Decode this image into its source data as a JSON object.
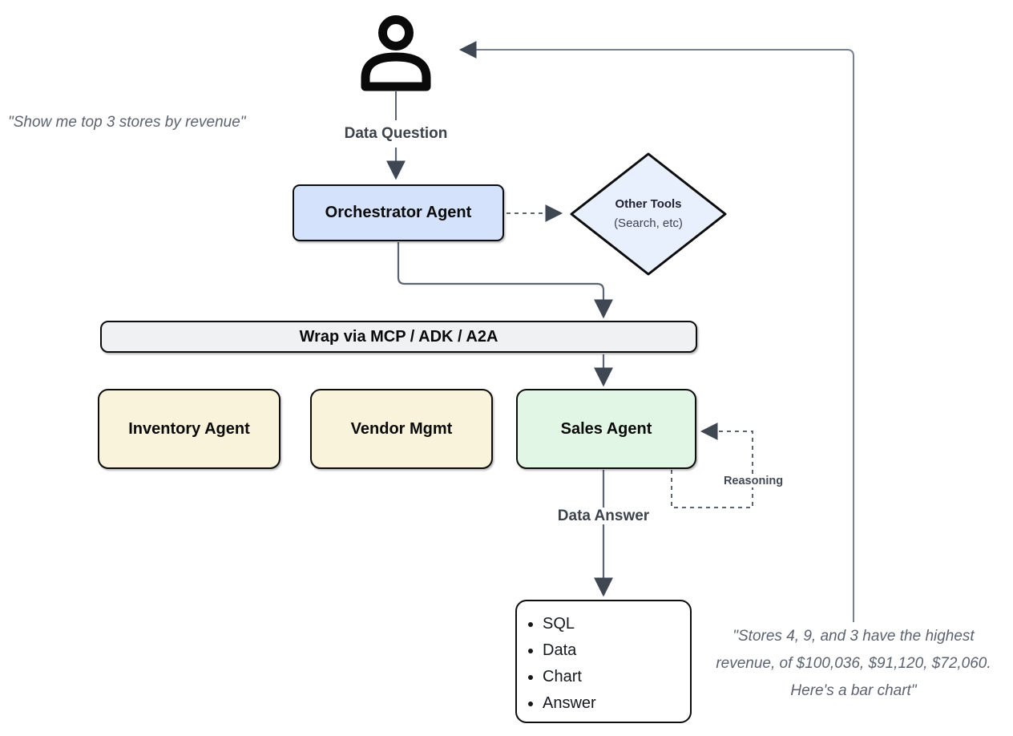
{
  "colors": {
    "connector": "#5d6472",
    "return_line": "#7a8190",
    "arrowhead": "#3f4753",
    "node_border": "#0d0d0d",
    "orchestrator_fill": "#d4e2fb",
    "other_tools_fill": "#e9f0fd",
    "wrap_bar_fill": "#f0f1f3",
    "worker_fill": "#faf3db",
    "sales_fill": "#e1f6e4",
    "output_fill": "#ffffff",
    "person_icon": "#0a0a0a",
    "label_text": "#3d434d",
    "quote_text": "#5c6370"
  },
  "user": {
    "icon": "person-icon",
    "quote": "\"Show me top 3 stores by revenue\""
  },
  "flow_labels": {
    "data_question": "Data Question",
    "data_answer": "Data Answer",
    "reasoning": "Reasoning"
  },
  "nodes": {
    "orchestrator": {
      "label": "Orchestrator Agent"
    },
    "other_tools": {
      "title": "Other Tools",
      "subtitle": "(Search, etc)"
    },
    "wrap_bar": {
      "label": "Wrap via MCP / ADK / A2A"
    },
    "inventory": {
      "label": "Inventory Agent"
    },
    "vendor": {
      "label": "Vendor Mgmt"
    },
    "sales": {
      "label": "Sales Agent"
    },
    "output": {
      "items": [
        "SQL",
        "Data",
        "Chart",
        "Answer"
      ]
    }
  },
  "answer_quote": {
    "line1": "\"Stores 4, 9, and 3 have the highest",
    "line2": "revenue, of $100,036, $91,120, $72,060.",
    "line3": "Here's a bar chart\""
  }
}
